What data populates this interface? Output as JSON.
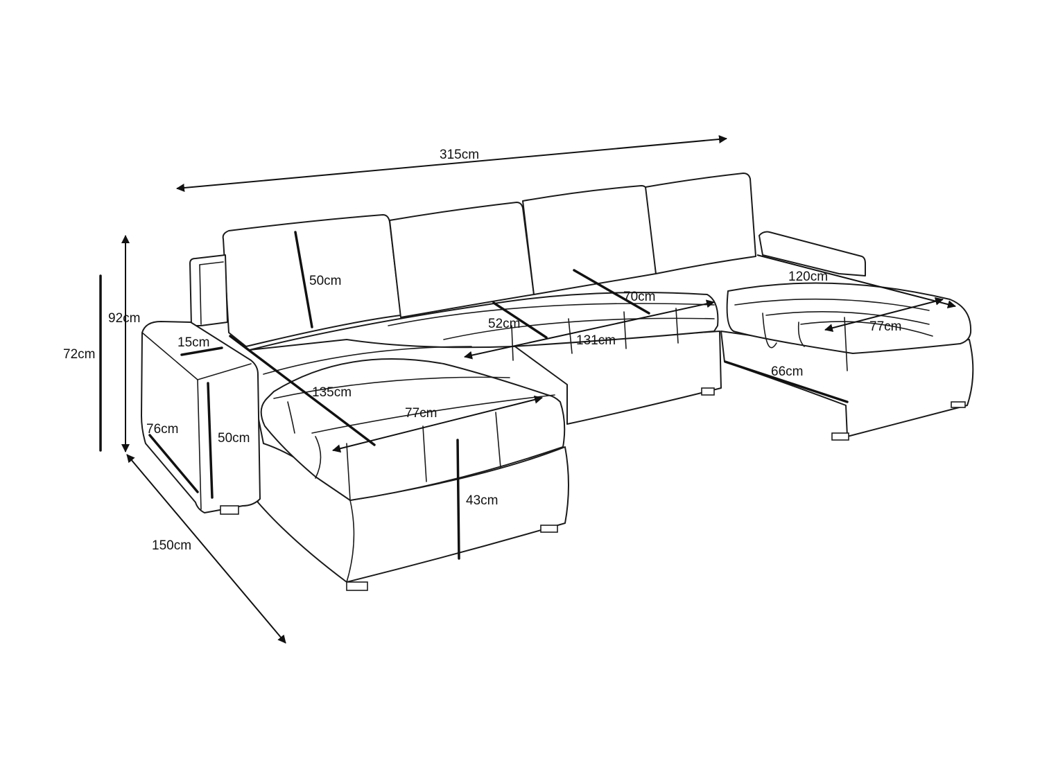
{
  "diagram": {
    "colors": {
      "line": "#1a1a1a",
      "background": "#ffffff"
    },
    "labels": {
      "overall_width": "315cm",
      "total_height": "92cm",
      "back_height": "72cm",
      "cushion_height": "50cm",
      "armrest_width": "15cm",
      "armrest_height": "50cm",
      "armrest_depth": "76cm",
      "chaise_length": "135cm",
      "chaise_width_left": "77cm",
      "seat_height": "43cm",
      "overall_depth": "150cm",
      "seat_depth": "52cm",
      "middle_width": "131cm",
      "back_diag": "70cm",
      "right_chaise_length": "120cm",
      "chaise_width_right": "77cm",
      "right_base": "66cm"
    }
  }
}
